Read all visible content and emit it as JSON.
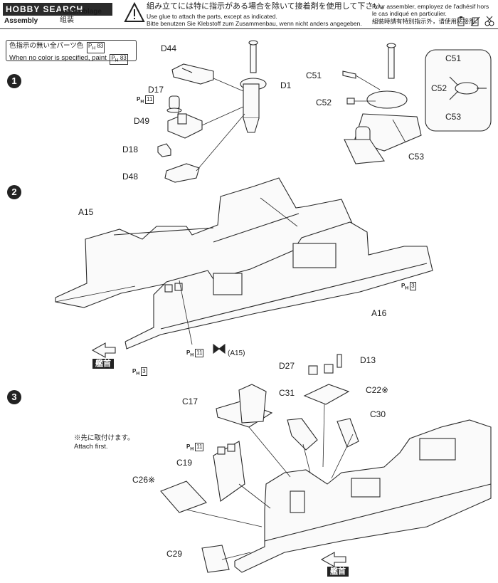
{
  "header": {
    "brand": "HOBBY SEARCH",
    "section_en": "Assembly",
    "section_fr": "Assemblage",
    "section_zh": "组装",
    "warning_jp": "組み立てには特に指示がある場合を除いて接着剤を使用して下さい。",
    "warning_en": "Use glue to attach the parts, except as indicated.",
    "warning_de": "Bitte benutzen Sie Klebstoff zum Zusammenbau, wenn nicht anders angegeben.",
    "warning_fr_1": "Pour assembler, employez de l'adhésif hors",
    "warning_fr_2": "le cas indiqué en particulier.",
    "warning_zh": "組裝時請有特別指示外，请使用粘接剂。"
  },
  "color_note": {
    "jp": "色指示の無い全パーツ色",
    "en": "When no color is specified, paint",
    "ref": "83"
  },
  "steps": [
    "1",
    "2",
    "3"
  ],
  "step1": {
    "labels": [
      "D44",
      "D1",
      "D17",
      "D49",
      "D18",
      "D48",
      "C51",
      "C52",
      "C53",
      "C51",
      "C52",
      "C53"
    ],
    "paint_ref": "11"
  },
  "step2": {
    "labels": [
      "A15",
      "A16"
    ],
    "paint_ref_1": "3",
    "paint_ref_2": "11",
    "paint_ref_3": "3",
    "hull_ref": "(A15)",
    "bow": "艦首"
  },
  "step3": {
    "labels": [
      "D27",
      "D13",
      "C22※",
      "C17",
      "C31",
      "C30",
      "C19",
      "C26※",
      "C29"
    ],
    "paint_ref": "11",
    "note_jp": "※先に取付けます。",
    "note_en": "Attach first.",
    "bow": "艦首"
  }
}
